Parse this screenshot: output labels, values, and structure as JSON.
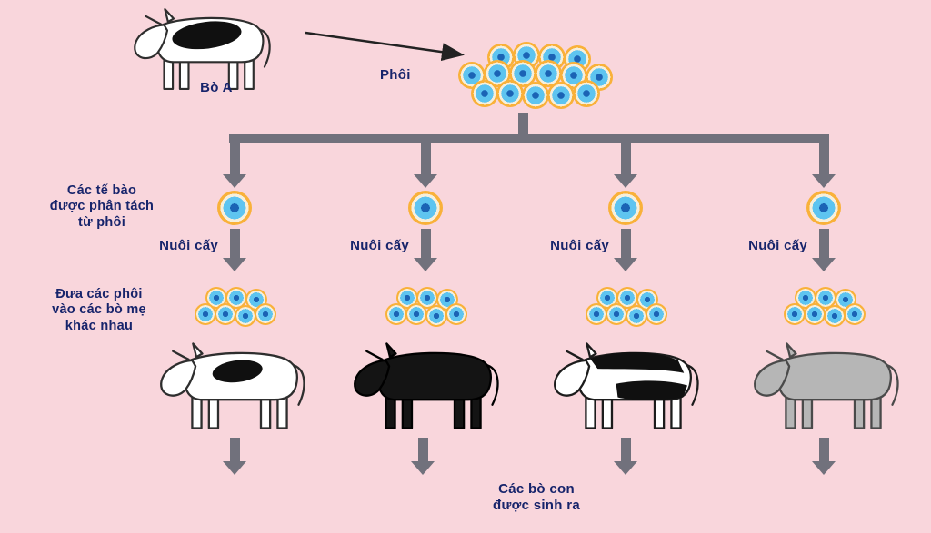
{
  "colors": {
    "background": "#f9d6dc",
    "arrow": "#71717c",
    "text": "#17246b",
    "pointer_arrow": "#222222",
    "cell_core": "#1b63b5",
    "cell_blue": "#5ec4f0",
    "cell_ring": "#f6efdc",
    "cell_mid": "#f9b13a",
    "cell_outer": "#ee8a17"
  },
  "labels": {
    "cow_a": "Bò A",
    "embryo": "Phôi",
    "separated_cells": [
      "Các tế bào",
      "được phân tách",
      "từ phôi"
    ],
    "culture": "Nuôi cấy",
    "transfer": [
      "Đưa các phôi",
      "vào các bò mẹ",
      "khác nhau"
    ],
    "offspring": [
      "Các bò con",
      "được sinh ra"
    ]
  },
  "clusters": {
    "top_count": 15,
    "mid_count": 7
  },
  "cows": {
    "cow_a": {
      "body": "#ffffff",
      "outline": "#2e2e2e",
      "marking": "#101010",
      "pattern": "spot",
      "marking_size": "large"
    },
    "calf_1": {
      "body": "#ffffff",
      "outline": "#2e2e2e",
      "marking": "#101010",
      "pattern": "spot",
      "marking_size": "small"
    },
    "calf_2": {
      "body": "#141414",
      "outline": "#000000",
      "pattern": "solid"
    },
    "calf_3": {
      "body": "#ffffff",
      "outline": "#1c1c1c",
      "marking": "#101010",
      "pattern": "patches"
    },
    "calf_4": {
      "body": "#b6b6b6",
      "outline": "#4a4a4a",
      "pattern": "solid"
    }
  }
}
